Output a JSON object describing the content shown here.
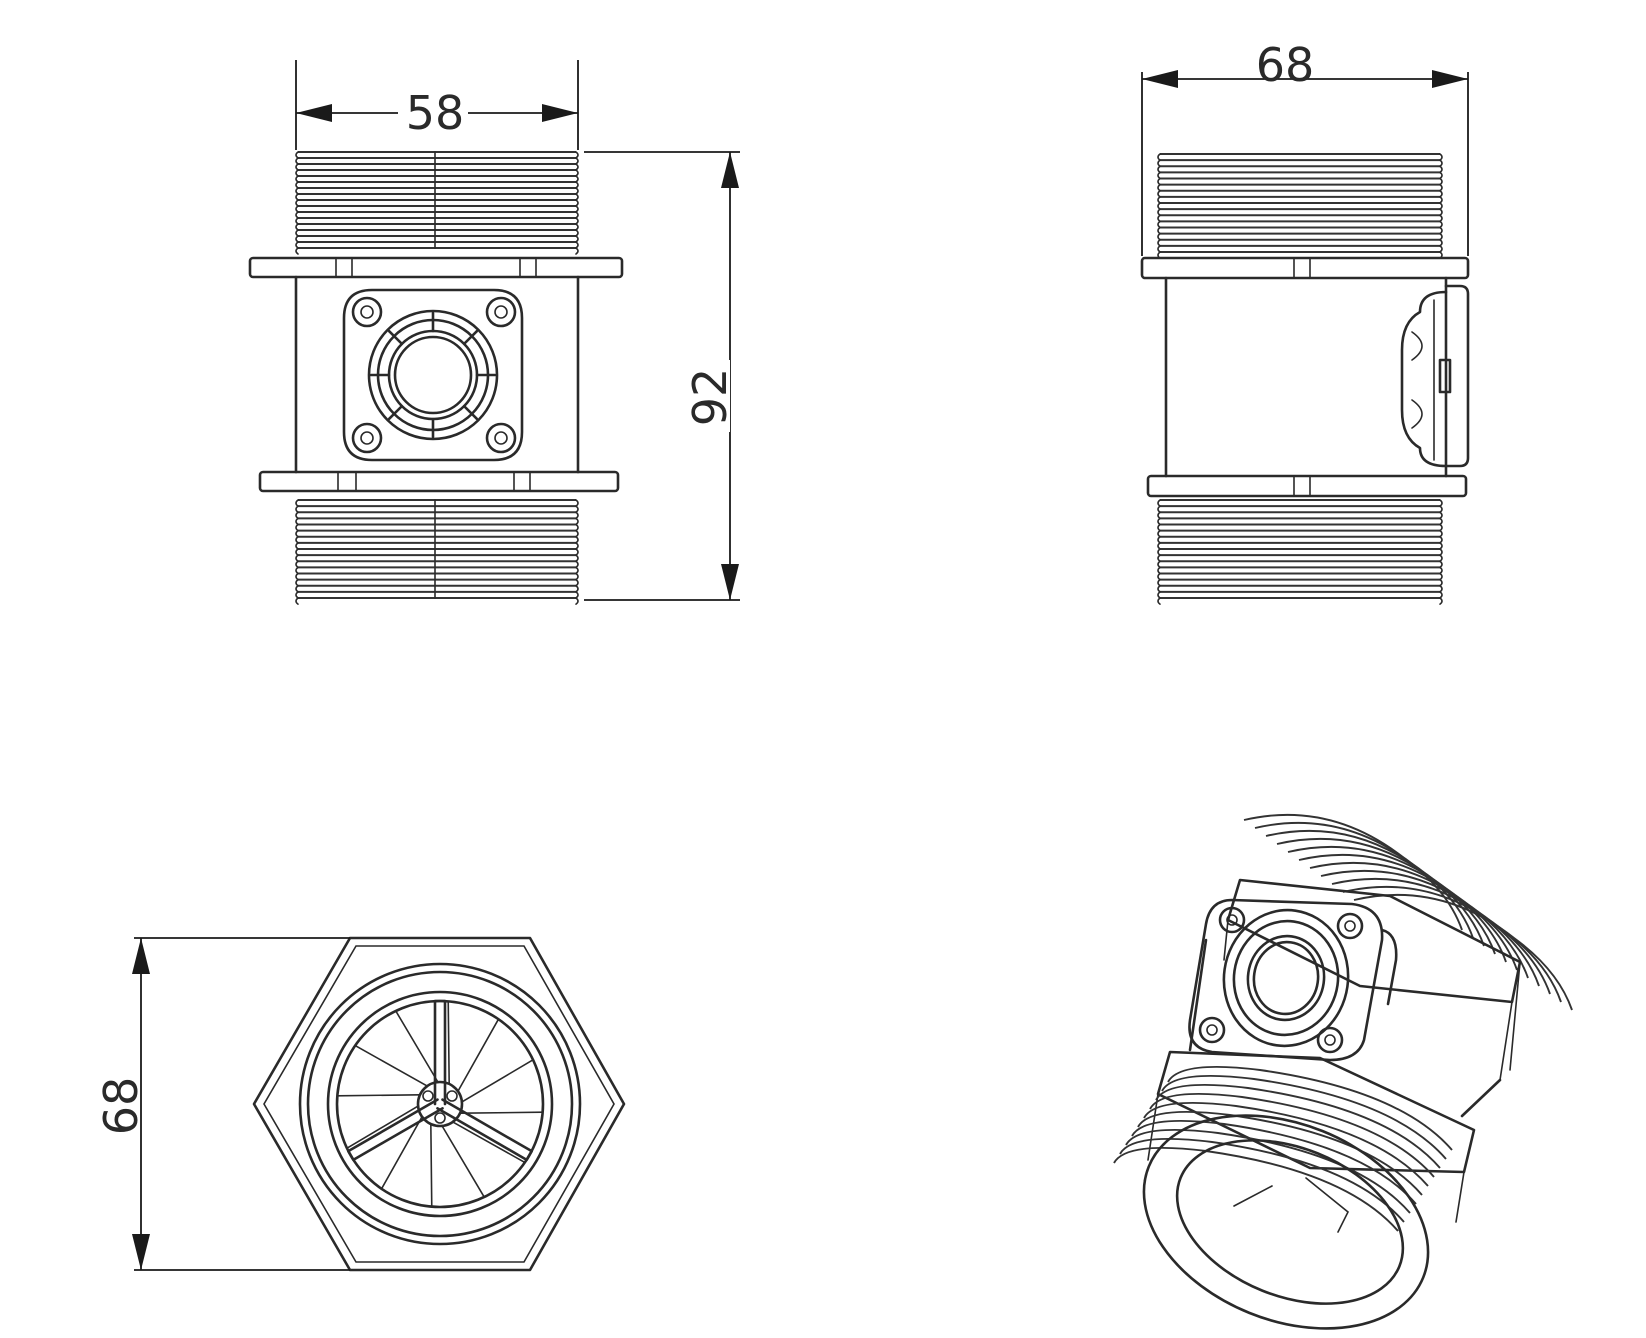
{
  "dimensions": {
    "front_width": "58",
    "front_height": "92",
    "side_width": "68",
    "end_height": "68"
  },
  "colors": {
    "line": "#2a2a2a",
    "background": "#ffffff"
  }
}
